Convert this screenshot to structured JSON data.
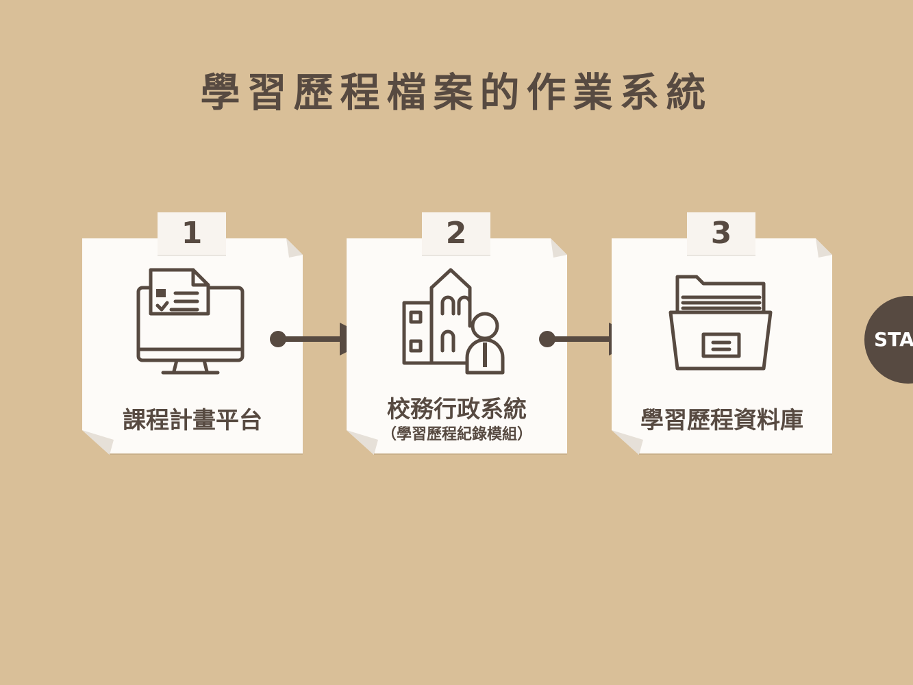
{
  "title": "學習歷程檔案的作業系統",
  "steps": [
    {
      "number": "1",
      "label": "課程計畫平台",
      "sublabel": ""
    },
    {
      "number": "2",
      "label": "校務行政系統",
      "sublabel": "（學習歷程紀錄模組）"
    },
    {
      "number": "3",
      "label": "學習歷程資料庫",
      "sublabel": ""
    }
  ],
  "start_button": {
    "label": "START"
  },
  "icons": {
    "step1": "computer-document-icon",
    "step2": "school-building-person-icon",
    "step3": "file-folder-icon"
  },
  "colors": {
    "background": "#d9bf98",
    "card": "#fdfbf8",
    "tab": "#f8f4ef",
    "ink": "#574a41"
  }
}
